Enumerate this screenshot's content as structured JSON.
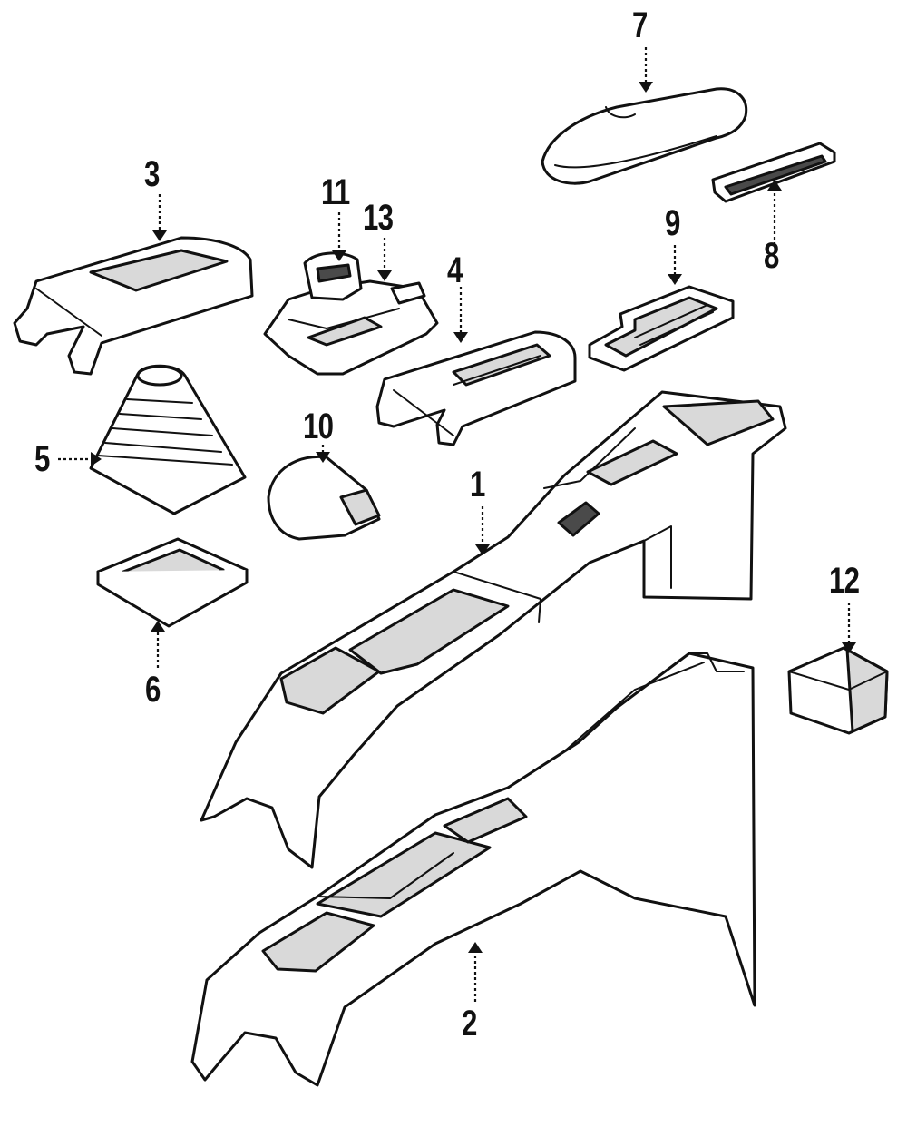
{
  "callouts": {
    "c1": "1",
    "c2": "2",
    "c3": "3",
    "c4": "4",
    "c5": "5",
    "c6": "6",
    "c7": "7",
    "c8": "8",
    "c9": "9",
    "c10": "10",
    "c11": "11",
    "c12": "12",
    "c13": "13"
  },
  "colors": {
    "line": "#111111",
    "background": "#ffffff",
    "shade": "#d9d9d9"
  }
}
